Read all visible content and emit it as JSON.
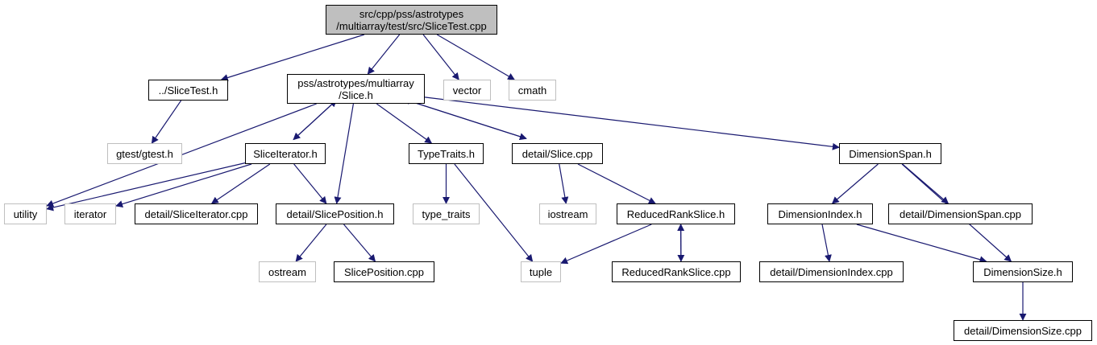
{
  "graph": {
    "colors": {
      "edge": "#191970",
      "root_fill": "#bfbfbf",
      "external_border": "#bfbfbf",
      "node_border": "#000000"
    },
    "nodes": {
      "root": "src/cpp/pss/astrotypes\n/multiarray/test/src/SliceTest.cpp",
      "slicetest_h": "../SliceTest.h",
      "slice_h": "pss/astrotypes/multiarray\n/Slice.h",
      "vector": "vector",
      "cmath": "cmath",
      "gtest": "gtest/gtest.h",
      "sliceiterator_h": "SliceIterator.h",
      "typetraits_h": "TypeTraits.h",
      "detail_slice_cpp": "detail/Slice.cpp",
      "dimensionspan_h": "DimensionSpan.h",
      "utility": "utility",
      "iterator": "iterator",
      "detail_sliceiterator_cpp": "detail/SliceIterator.cpp",
      "detail_sliceposition_h": "detail/SlicePosition.h",
      "type_traits": "type_traits",
      "iostream": "iostream",
      "reducedrankslice_h": "ReducedRankSlice.h",
      "dimensionindex_h": "DimensionIndex.h",
      "detail_dimensionspan_cpp": "detail/DimensionSpan.cpp",
      "ostream": "ostream",
      "sliceposition_cpp": "SlicePosition.cpp",
      "tuple": "tuple",
      "reducedrankslice_cpp": "ReducedRankSlice.cpp",
      "detail_dimensionindex_cpp": "detail/DimensionIndex.cpp",
      "dimensionsize_h": "DimensionSize.h",
      "detail_dimensionsize_cpp": "detail/DimensionSize.cpp"
    },
    "edges": [
      [
        "root",
        "slicetest_h"
      ],
      [
        "root",
        "slice_h"
      ],
      [
        "root",
        "vector"
      ],
      [
        "root",
        "cmath"
      ],
      [
        "slicetest_h",
        "gtest"
      ],
      [
        "slice_h",
        "sliceiterator_h"
      ],
      [
        "slice_h",
        "typetraits_h"
      ],
      [
        "slice_h",
        "detail_slice_cpp"
      ],
      [
        "slice_h",
        "dimensionspan_h"
      ],
      [
        "slice_h",
        "utility"
      ],
      [
        "slice_h",
        "detail_sliceposition_h"
      ],
      [
        "sliceiterator_h",
        "slice_h"
      ],
      [
        "sliceiterator_h",
        "utility"
      ],
      [
        "sliceiterator_h",
        "iterator"
      ],
      [
        "sliceiterator_h",
        "detail_sliceiterator_cpp"
      ],
      [
        "sliceiterator_h",
        "detail_sliceposition_h"
      ],
      [
        "detail_slice_cpp",
        "slice_h"
      ],
      [
        "detail_slice_cpp",
        "iostream"
      ],
      [
        "detail_slice_cpp",
        "reducedrankslice_h"
      ],
      [
        "typetraits_h",
        "type_traits"
      ],
      [
        "typetraits_h",
        "tuple"
      ],
      [
        "detail_sliceposition_h",
        "ostream"
      ],
      [
        "detail_sliceposition_h",
        "sliceposition_cpp"
      ],
      [
        "reducedrankslice_h",
        "tuple"
      ],
      [
        "reducedrankslice_h",
        "reducedrankslice_cpp"
      ],
      [
        "reducedrankslice_cpp",
        "reducedrankslice_h"
      ],
      [
        "dimensionspan_h",
        "dimensionindex_h"
      ],
      [
        "dimensionspan_h",
        "detail_dimensionspan_cpp"
      ],
      [
        "dimensionspan_h",
        "dimensionsize_h"
      ],
      [
        "dimensionindex_h",
        "detail_dimensionindex_cpp"
      ],
      [
        "dimensionindex_h",
        "dimensionsize_h"
      ],
      [
        "dimensionsize_h",
        "detail_dimensionsize_cpp"
      ]
    ]
  }
}
